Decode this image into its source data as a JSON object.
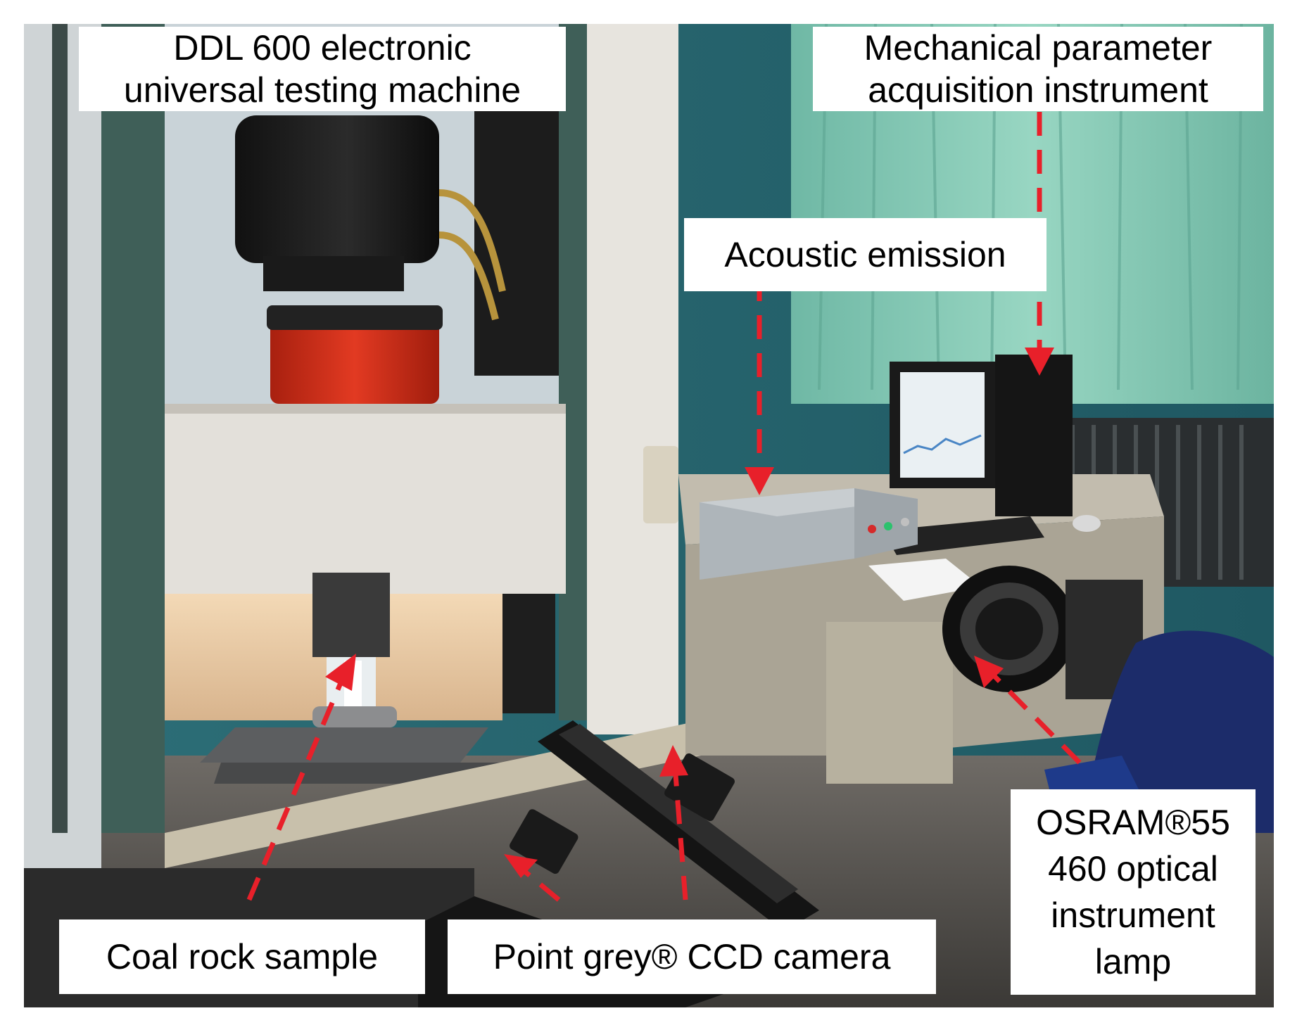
{
  "labels": {
    "testing_machine": [
      "DDL 600 electronic",
      "universal testing machine"
    ],
    "acquisition_instrument": [
      "Mechanical parameter",
      "acquisition instrument"
    ],
    "acoustic_emission": [
      "Acoustic emission"
    ],
    "coal_sample": [
      "Coal rock sample"
    ],
    "ccd_camera": [
      "Point grey® CCD camera"
    ],
    "osram_lamp": [
      "OSRAM®55",
      "460 optical",
      "instrument",
      "lamp"
    ]
  },
  "colors": {
    "arrow": "#e8202a",
    "label_bg": "#ffffff",
    "machine_frame": "#3f5f58",
    "lab_wall": "#2e7a80",
    "curtain": "#7fc7b0",
    "platen_red": "#d8311f",
    "desk": "#b8b2a2"
  }
}
